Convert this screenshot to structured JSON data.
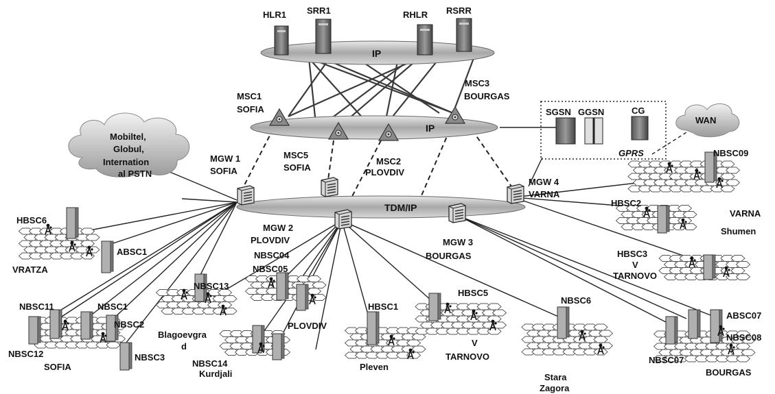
{
  "core": {
    "ip_top": "IP",
    "ip_mid": "IP",
    "tdm": "TDM/IP",
    "servers": [
      "HLR1",
      "SRR1",
      "RHLR",
      "RSRR"
    ]
  },
  "msc": {
    "msc1": [
      "MSC1",
      "SOFIA"
    ],
    "msc3": [
      "MSC3",
      "BOURGAS"
    ],
    "msc5": [
      "MSC5",
      "SOFIA"
    ],
    "msc2": [
      "MSC2",
      "PLOVDIV"
    ]
  },
  "mgw": {
    "mgw1": [
      "MGW 1",
      "SOFIA"
    ],
    "mgw2": [
      "MGW 2",
      "PLOVDIV"
    ],
    "mgw3": [
      "MGW 3",
      "BOURGAS"
    ],
    "mgw4": [
      "MGW 4",
      "VARNA"
    ]
  },
  "gprs": {
    "sgsn": "SGSN",
    "ggsn": "GGSN",
    "cg": "CG",
    "label": "GPRS"
  },
  "clouds": {
    "pstn": [
      "Mobiltel,",
      "Globul,",
      "Internation",
      "al PSTN"
    ],
    "wan": "WAN"
  },
  "bsc": {
    "hbsc6": "HBSC6",
    "absc1": "ABSC1",
    "vratza": "VRATZA",
    "nbsc11": "NBSC11",
    "nbsc1": "NBSC1",
    "nbsc2": "NBSC2",
    "nbsc12": "NBSC12",
    "nbsc3": "NBSC3",
    "sofia": "SOFIA",
    "nbsc13": "NBSC13",
    "nbsc04": "NBSC04",
    "nbsc05": "NBSC05",
    "blagoevgrad": [
      "Blagoevgra",
      "d"
    ],
    "plovdiv": "PLOVDIV",
    "nbsc14": "NBSC14",
    "kurdjali": "Kurdjali",
    "hbsc1": "HBSC1",
    "pleven": "Pleven",
    "hbsc5": "HBSC5",
    "tarnovo_center": [
      "V",
      "TARNOVO"
    ],
    "nbsc6": "NBSC6",
    "stara_zagora": [
      "Stara",
      "Zagora"
    ],
    "nbsc09": "NBSC09",
    "varna": "VARNA",
    "hbsc2": "HBSC2",
    "shumen": "Shumen",
    "hbsc3_tarnovo": [
      "HBSC3",
      "V",
      "TARNOVO"
    ],
    "absc07": "ABSC07",
    "nbsc08": "NBSC08",
    "nbsc07": "NBSC07",
    "bourgas": "BOURGAS"
  }
}
